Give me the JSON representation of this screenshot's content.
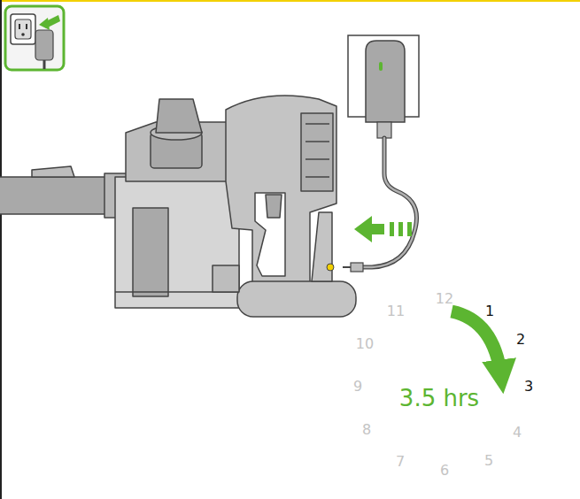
{
  "diagram": {
    "labels": [
      "12",
      "1",
      "2",
      "3",
      "4",
      "5",
      "6",
      "7",
      "8",
      "9",
      "10",
      "11",
      "3.5 hrs"
    ]
  }
}
